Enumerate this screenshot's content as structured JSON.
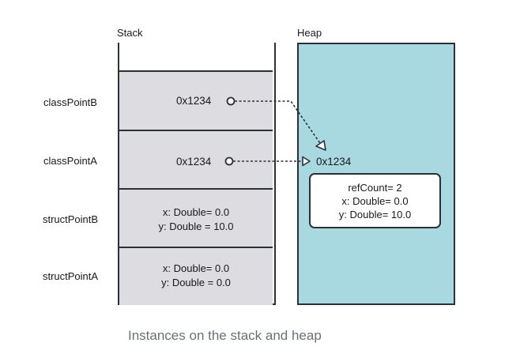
{
  "stack": {
    "title": "Stack",
    "rows": [
      {
        "label": "classPointB",
        "value": "0x1234"
      },
      {
        "label": "classPointA",
        "value": "0x1234"
      },
      {
        "label": "structPointB",
        "x_line": "x: Double= 0.0",
        "y_line": "y: Double = 10.0"
      },
      {
        "label": "structPointA",
        "x_line": "x: Double= 0.0",
        "y_line": "y: Double = 0.0"
      }
    ]
  },
  "heap": {
    "title": "Heap",
    "address": "0x1234",
    "object": {
      "ref_count": "refCount= 2",
      "x_line": "x: Double= 0.0",
      "y_line": "y: Double= 10.0"
    }
  },
  "caption": "Instances on the stack and heap",
  "colors": {
    "heap_fill": "#a8d9e0",
    "stack_fill": "#dddde1",
    "stroke": "#2c3136",
    "caption": "#6b6f76"
  }
}
